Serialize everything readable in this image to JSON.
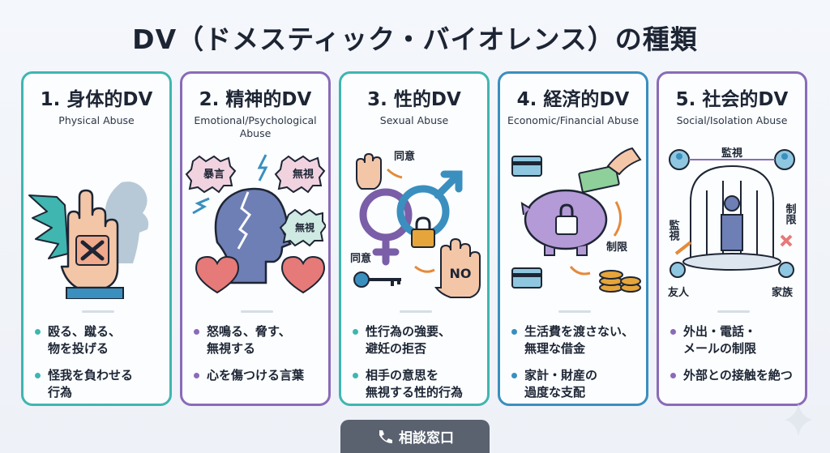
{
  "title": "DV（ドメスティック・バイオレンス）の種類",
  "cards": [
    {
      "title": "1. 身体的DV",
      "subtitle": "Physical Abuse",
      "bullets": [
        "殴る、蹴る、\n物を投げる",
        "怪我を負わせる\n行為"
      ]
    },
    {
      "title": "2. 精神的DV",
      "subtitle": "Emotional/Psychological Abuse",
      "labels": [
        "暴言",
        "無視",
        "無視"
      ],
      "bullets": [
        "怒鳴る、脅す、\n無視する",
        "心を傷つける言葉"
      ]
    },
    {
      "title": "3. 性的DV",
      "subtitle": "Sexual Abuse",
      "labels": [
        "同意",
        "同意",
        "NO"
      ],
      "bullets": [
        "性行為の強要、\n避妊の拒否",
        "相手の意思を\n無視する性的行為"
      ]
    },
    {
      "title": "4. 経済的DV",
      "subtitle": "Economic/Financial Abuse",
      "labels": [
        "制限"
      ],
      "bullets": [
        "生活費を渡さない、\n無理な借金",
        "家計・財産の\n過度な支配"
      ]
    },
    {
      "title": "5. 社会的DV",
      "subtitle": "Social/Isolation Abuse",
      "labels": [
        "監視",
        "監視",
        "制限",
        "友人",
        "家族"
      ],
      "bullets": [
        "外出・電話・\nメールの制限",
        "外部との接触を絶つ"
      ]
    }
  ],
  "consult_label": "相談窓口",
  "colors": {
    "teal": "#3fb6b0",
    "purple": "#8a6bb8",
    "blue": "#3a8fbf",
    "button": "#5a6270"
  }
}
